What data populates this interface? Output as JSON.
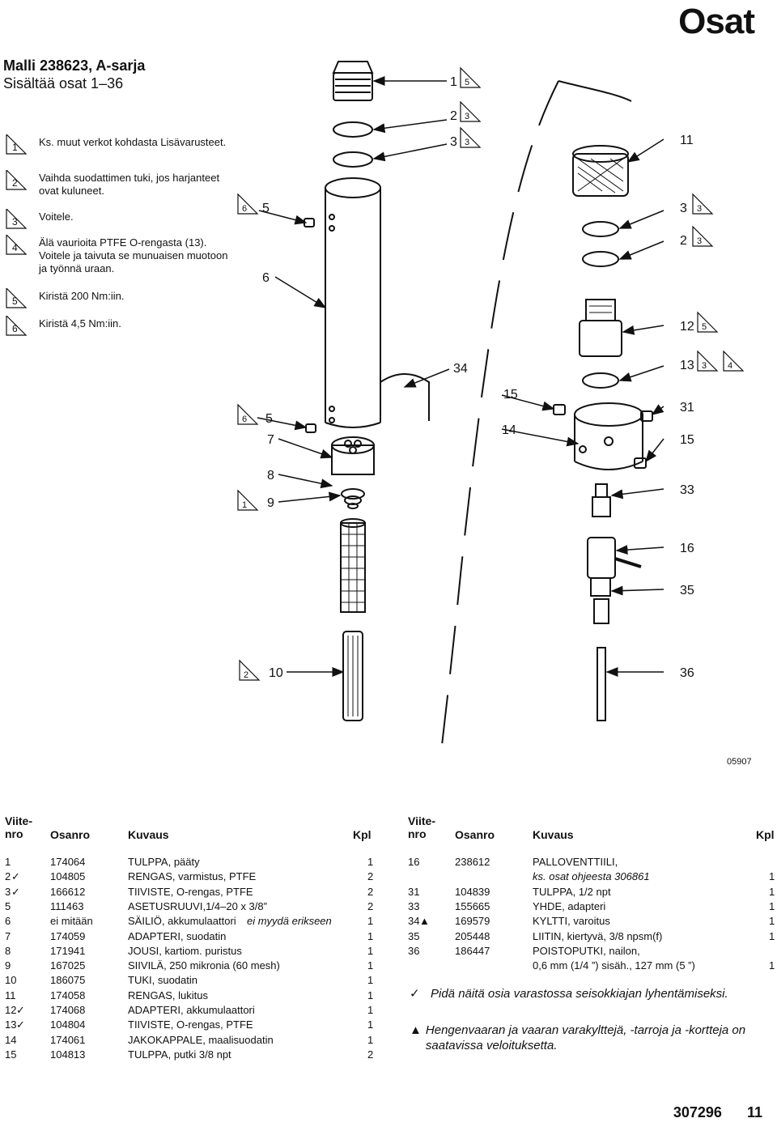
{
  "page_title": "Osat",
  "model": {
    "line1": "Malli 238623, A-sarja",
    "line2": "Sisältää osat 1–36"
  },
  "notes": [
    {
      "num": "1",
      "text": "Ks. muut verkot kohdasta Lisävarusteet."
    },
    {
      "num": "2",
      "text": "Vaihda suodattimen tuki, jos harjanteet ovat kuluneet."
    },
    {
      "num": "3",
      "text": "Voitele."
    },
    {
      "num": "4",
      "text": "Älä vaurioita PTFE O-rengasta (13). Voitele ja taivuta se munuaisen muotoon ja työnnä uraan."
    },
    {
      "num": "5",
      "text": "Kiristä 200 Nm:iin."
    },
    {
      "num": "6",
      "text": "Kiristä 4,5 Nm:iin."
    }
  ],
  "figure_id": "05907",
  "callouts": {
    "c1": "1",
    "c1n": "5",
    "c2": "2",
    "c2n": "3",
    "c3": "3",
    "c3n": "3",
    "c11": "11",
    "c33a": "3",
    "c33n": "3",
    "c23": "2",
    "c23n": "3",
    "c12": "12",
    "c12n": "5",
    "c13": "13",
    "c13n1": "3",
    "c13n2": "4",
    "c34": "34",
    "c15a": "15",
    "c14": "14",
    "c31": "31",
    "c15b": "15",
    "c33": "33",
    "c16": "16",
    "c35": "35",
    "c36": "36",
    "c5a": "5",
    "c5an": "6",
    "c6": "6",
    "c5b": "5",
    "c5bn": "6",
    "c7": "7",
    "c8": "8",
    "c9": "9",
    "c9n": "1",
    "c10": "10",
    "c10n": "2"
  },
  "table_headers": {
    "ref_top": "Viite-",
    "ref_bottom": "nro",
    "part": "Osanro",
    "desc": "Kuvaus",
    "qty": "Kpl"
  },
  "parts_left": [
    {
      "ref": "1",
      "part": "174064",
      "desc": "TULPPA, pääty",
      "qty": "1"
    },
    {
      "ref": "2",
      "mark": "✓",
      "part": "104805",
      "desc": "RENGAS, varmistus, PTFE",
      "qty": "2"
    },
    {
      "ref": "3",
      "mark": "✓",
      "part": "166612",
      "desc": "TIIVISTE, O-rengas, PTFE",
      "qty": "2"
    },
    {
      "ref": "5",
      "part": "111463",
      "desc": "ASETUSRUUVI,1/4–20 x 3/8”",
      "qty": "2"
    },
    {
      "ref": "6",
      "part": "ei mitään",
      "desc": "SÄILIÖ, akkumulaattori ",
      "desc_italic": "ei myydä erikseen",
      "qty": "1"
    },
    {
      "ref": "7",
      "part": "174059",
      "desc": "ADAPTERI, suodatin",
      "qty": "1"
    },
    {
      "ref": "8",
      "part": "171941",
      "desc": "JOUSI, kartiom. puristus",
      "qty": "1"
    },
    {
      "ref": "9",
      "part": "167025",
      "desc": "SIIVILÄ, 250 mikronia (60 mesh)",
      "qty": "1"
    },
    {
      "ref": "10",
      "part": "186075",
      "desc": "TUKI, suodatin",
      "qty": "1"
    },
    {
      "ref": "11",
      "part": "174058",
      "desc": "RENGAS, lukitus",
      "qty": "1"
    },
    {
      "ref": "12",
      "mark": "✓",
      "part": "174068",
      "desc": "ADAPTERI, akkumulaattori",
      "qty": "1"
    },
    {
      "ref": "13",
      "mark": "✓",
      "part": "104804",
      "desc": "TIIVISTE, O-rengas, PTFE",
      "qty": "1"
    },
    {
      "ref": "14",
      "part": "174061",
      "desc": "JAKOKAPPALE, maalisuodatin",
      "qty": "1"
    },
    {
      "ref": "15",
      "part": "104813",
      "desc": "TULPPA, putki 3/8 npt",
      "qty": "2"
    }
  ],
  "parts_right": [
    {
      "ref": "16",
      "part": "238612",
      "desc": "PALLOVENTTIILI,",
      "qty": ""
    },
    {
      "ref": "",
      "part": "",
      "desc": "",
      "desc_italic": "ks. osat ohjeesta 306861",
      "qty": "1"
    },
    {
      "ref": "31",
      "part": "104839",
      "desc": "TULPPA, 1/2 npt",
      "qty": "1"
    },
    {
      "ref": "33",
      "part": "155665",
      "desc": "YHDE, adapteri",
      "qty": "1"
    },
    {
      "ref": "34",
      "mark": "▲",
      "part": "169579",
      "desc": "KYLTTI, varoitus",
      "qty": "1"
    },
    {
      "ref": "35",
      "part": "205448",
      "desc": "LIITIN, kiertyvä, 3/8 npsm(f)",
      "qty": "1"
    },
    {
      "ref": "36",
      "part": "186447",
      "desc": "POISTOPUTKI, nailon,",
      "qty": ""
    },
    {
      "ref": "",
      "part": "",
      "desc": "0,6 mm (1/4 ”) sisäh., 127 mm (5 ”)",
      "qty": "1"
    }
  ],
  "legend": [
    {
      "symbol": "✓",
      "text": "Pidä näitä osia varastossa seisokkiajan lyhentämiseksi."
    },
    {
      "symbol": "▲",
      "text": "Hengenvaaran ja vaaran varakylttejä, -tarroja ja -kortteja on saatavissa veloituksetta."
    }
  ],
  "footer": {
    "doc": "307296",
    "page": "11"
  }
}
